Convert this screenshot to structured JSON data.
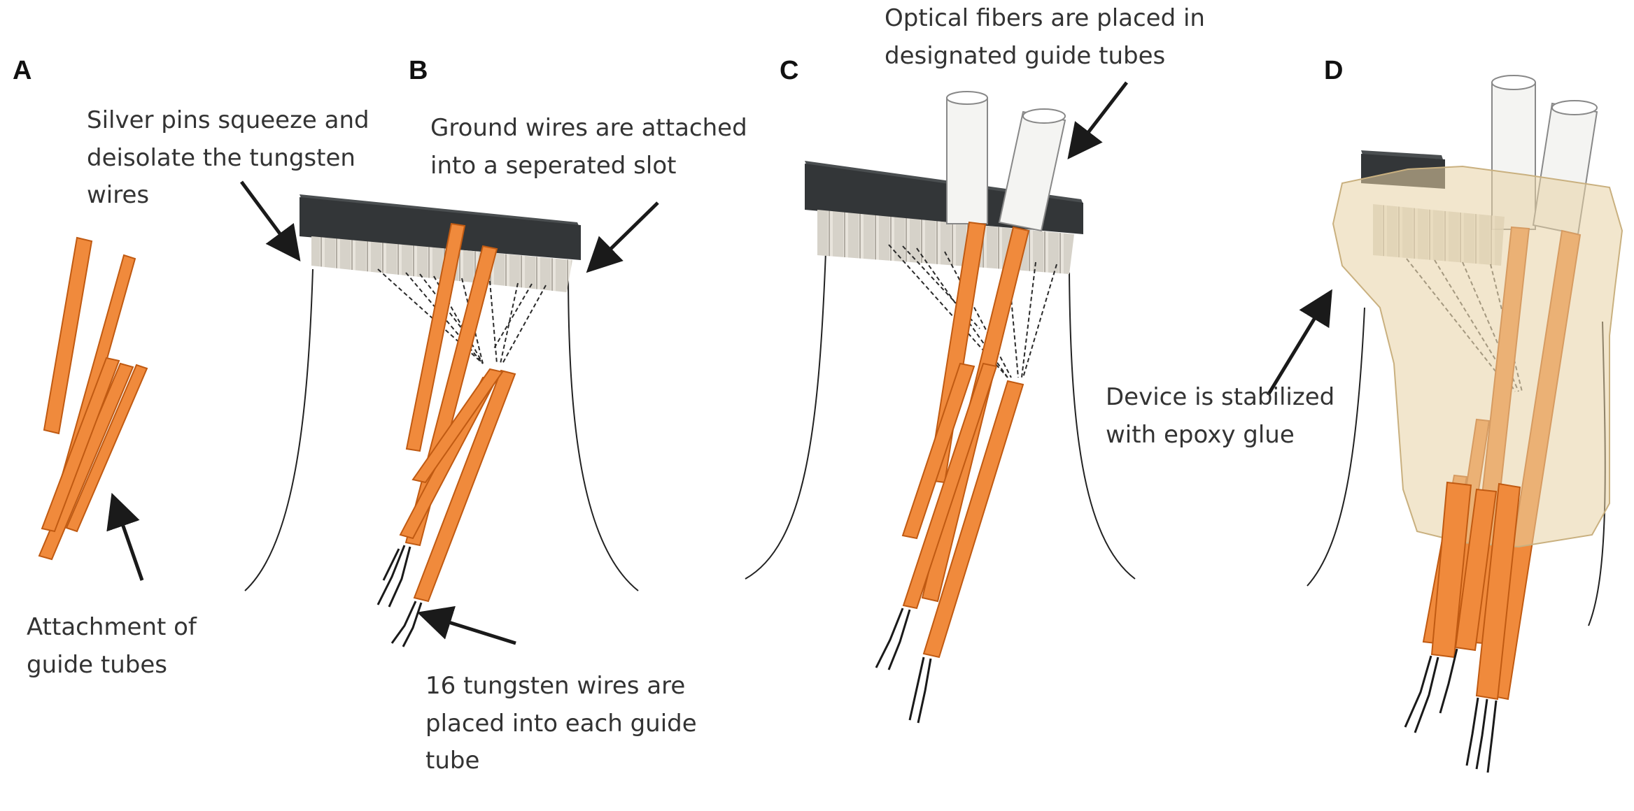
{
  "colors": {
    "tube": "#F08A3C",
    "tube_edge": "#C05A12",
    "tube_light": "#F6B07A",
    "connector": "#333638",
    "pins": "#DCD8D0",
    "fiber": "#F4F4F2",
    "epoxy": "#E8D2A4",
    "arrow": "#1a1a1a",
    "text": "#333333"
  },
  "panels": {
    "a": {
      "letter": "A",
      "caption_attachment": "Attachment of\nguide tubes"
    },
    "b": {
      "letter": "B",
      "caption_silver": "Silver pins squeeze and\ndeisolate the tungsten\nwires",
      "caption_ground": "Ground wires are attached\ninto a seperated slot",
      "caption_tungsten": "16 tungsten wires are\nplaced into each guide\ntube"
    },
    "c": {
      "letter": "C",
      "caption_fibers": "Optical fibers are placed in\ndesignated guide tubes"
    },
    "d": {
      "letter": "D",
      "caption_epoxy": "Device is stabilized\nwith epoxy glue"
    }
  }
}
